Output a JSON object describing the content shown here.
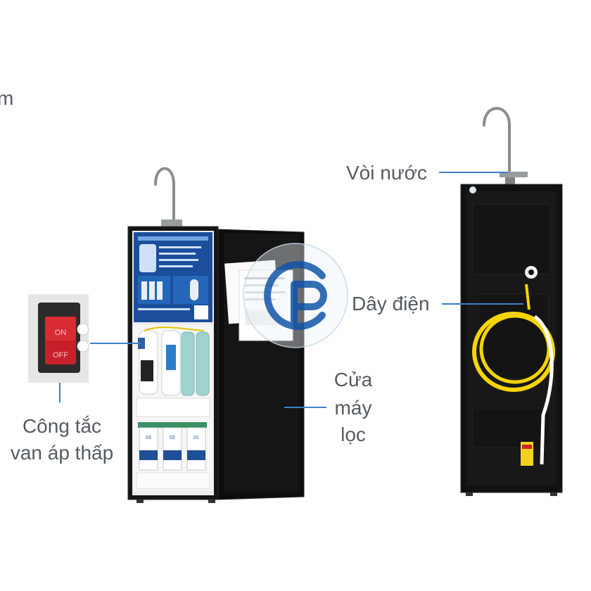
{
  "labels": {
    "cropped_left": "m",
    "faucet": "Vòi nước",
    "power_cord": "Dây điện",
    "door_line1": "Cửa",
    "door_line2": "máy",
    "door_line3": "lọc",
    "switch_line1": "Công tắc",
    "switch_line2": "van áp thấp"
  },
  "switch": {
    "on": "ON",
    "off": "OFF"
  },
  "filters": {
    "labels": [
      "03",
      "02",
      "01"
    ]
  },
  "colors": {
    "label_text": "#555b61",
    "leader_line": "#3d80c8",
    "cabinet": "#111111",
    "switch_red": "#c8202a",
    "cord_yellow": "#f5d400",
    "poster_blue": "#1b4f9c"
  },
  "icons": {
    "faucet": "faucet-icon",
    "watermark": "watermark-logo-icon"
  }
}
